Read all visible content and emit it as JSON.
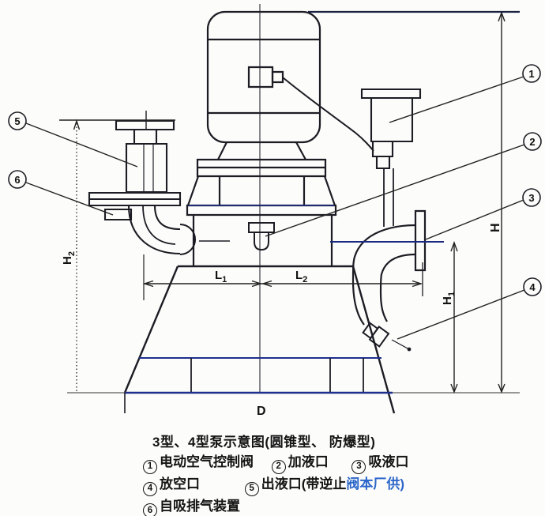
{
  "figure_type": "pump-technical-diagram",
  "caption": {
    "title": "3型、4型泵示意图(圆锥型、 防爆型)",
    "items": [
      {
        "num": "1",
        "text": "电动空气控制阀"
      },
      {
        "num": "2",
        "text": "加液口"
      },
      {
        "num": "3",
        "text": "吸液口"
      },
      {
        "num": "4",
        "text": "放空口"
      },
      {
        "num": "5",
        "text": "出液口(带逆止",
        "text_blue": "阀本厂供)"
      },
      {
        "num": "6",
        "text": "自吸排气装置"
      }
    ]
  },
  "dims": {
    "H": {
      "main": "H",
      "sub": ""
    },
    "H1": {
      "main": "H",
      "sub": "1"
    },
    "H2": {
      "main": "H",
      "sub": "2"
    },
    "L1": {
      "main": "L",
      "sub": "1"
    },
    "L2": {
      "main": "L",
      "sub": "2"
    },
    "D": {
      "main": "D",
      "sub": ""
    }
  },
  "colors": {
    "line_black": "#1c1c24",
    "accent_navy": "#1e2f8e",
    "caption_blue_text": "#2b66c9",
    "ground_gray": "#979797",
    "background": "#fcfcfa"
  }
}
